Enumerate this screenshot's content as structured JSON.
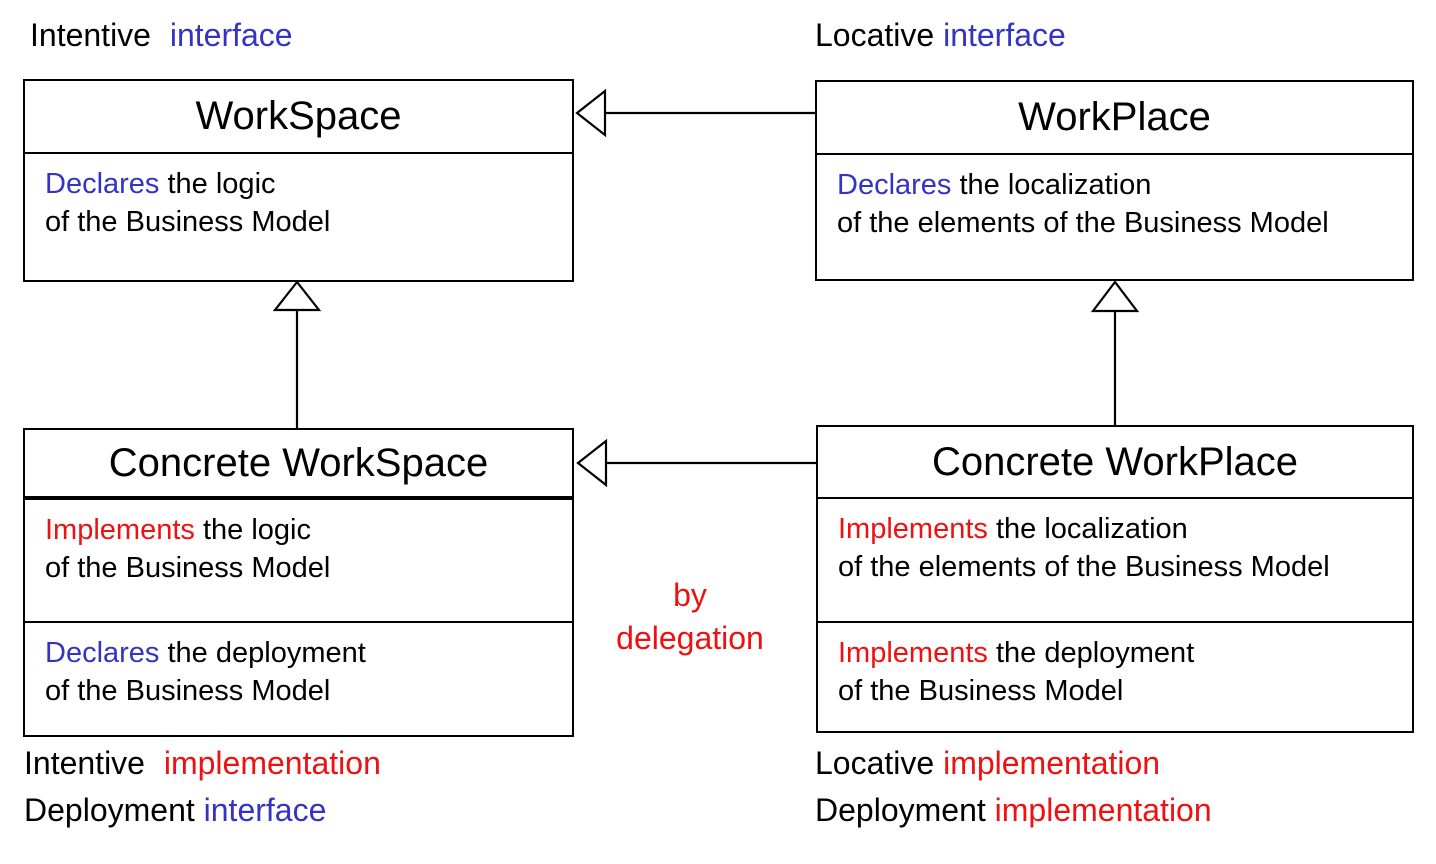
{
  "colors": {
    "black": "#000000",
    "blue": "#3333c4",
    "red": "#ee1111",
    "background": "#ffffff",
    "line": "#000000"
  },
  "corner_labels": {
    "top_left": {
      "black_text": "Intentive",
      "colored_text": "interface",
      "colored_color": "blue"
    },
    "top_right": {
      "black_text": "Locative",
      "colored_text": "interface",
      "colored_color": "blue"
    },
    "bottom_left_line1": {
      "black_text": "Intentive",
      "colored_text": "implementation",
      "colored_color": "red"
    },
    "bottom_left_line2": {
      "black_text": "Deployment",
      "colored_text": "interface",
      "colored_color": "blue"
    },
    "bottom_right_line1": {
      "black_text": "Locative",
      "colored_text": "implementation",
      "colored_color": "red"
    },
    "bottom_right_line2": {
      "black_text": "Deployment",
      "colored_text": "implementation",
      "colored_color": "red"
    }
  },
  "classes": {
    "workspace": {
      "title": "WorkSpace",
      "compartments": [
        {
          "keyword": "Declares",
          "keyword_color": "blue",
          "line1_rest": " the logic",
          "line2": "of the Business Model"
        }
      ]
    },
    "workplace": {
      "title": "WorkPlace",
      "compartments": [
        {
          "keyword": "Declares",
          "keyword_color": "blue",
          "line1_rest": " the localization",
          "line2": "of the elements of the Business Model"
        }
      ]
    },
    "concrete_workspace": {
      "title": "Concrete WorkSpace",
      "compartments": [
        {
          "keyword": "Implements",
          "keyword_color": "red",
          "line1_rest": " the logic",
          "line2": "of the Business Model"
        },
        {
          "keyword": "Declares",
          "keyword_color": "blue",
          "line1_rest": " the deployment",
          "line2": "of the Business Model"
        }
      ]
    },
    "concrete_workplace": {
      "title": "Concrete WorkPlace",
      "compartments": [
        {
          "keyword": "Implements",
          "keyword_color": "red",
          "line1_rest": " the localization",
          "line2": "of the elements of the Business Model"
        },
        {
          "keyword": "Implements",
          "keyword_color": "red",
          "line1_rest": " the deployment",
          "line2": "of the Business Model"
        }
      ]
    }
  },
  "annotations": {
    "delegation_line1": "by",
    "delegation_line2": "delegation",
    "delegation_color": "red"
  },
  "arrows": [
    {
      "from": "WorkPlace",
      "to": "WorkSpace",
      "style": "open-triangle",
      "direction": "left"
    },
    {
      "from": "Concrete WorkSpace",
      "to": "WorkSpace",
      "style": "open-triangle",
      "direction": "up"
    },
    {
      "from": "Concrete WorkPlace",
      "to": "WorkPlace",
      "style": "open-triangle",
      "direction": "up"
    },
    {
      "from": "Concrete WorkPlace",
      "to": "Concrete WorkSpace",
      "style": "open-triangle",
      "direction": "left",
      "label": "by delegation"
    }
  ]
}
